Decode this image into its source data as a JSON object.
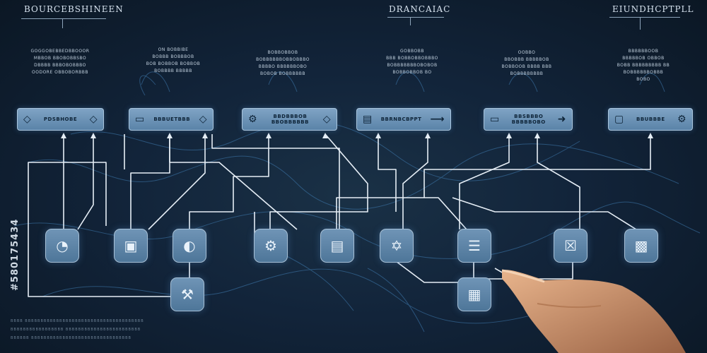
{
  "headers": [
    {
      "text": "BOURCEBSHINEEN"
    },
    {
      "text": "DRANCAIAC"
    },
    {
      "text": "EIUNDHCPTPLL"
    }
  ],
  "captions": [
    "GOGGOBEBBEDBBOOOR\nMBBOB BBOBOBBSBO\nDBBBB BBBOBOBBBO\nOODORE OBBOBORBBB",
    "ON BOBBIBE\nBOBBB BOBBBOB\nBOB BOBBOB BOBBOB\nBOBBBB BBBBB",
    "BOBBOBBOB\nBOBBBBBBOBBOBBBO\nBBBBO BBBBBBOBO\nBOBOB BOBBBBBB",
    "GOBBOBB\nBBB BOBBOBBOBBBO\nBOBBBBBBBOBOBOB\nBOBBOBBOB BO",
    "OOBBO\nBBOBBB BBBBBOB\nBOBBOOB BBBB BBB\nBOBBBBBBBB",
    "BBBBBBOOB\nBBBBBOB OBBOB\nBOBB BBBBBBBBB BB\nBOBBBBBBOBBB\nBOBO"
  ],
  "cards": [
    {
      "label": "PDSBHOBE",
      "left_icon": "diamond-outline-icon",
      "right_icon": "diamond-outline-icon"
    },
    {
      "label": "BBBUETBBB",
      "left_icon": "monitor-icon",
      "right_icon": "diamond-outline-icon"
    },
    {
      "label": "BBDBBBOB\nBBOBBBBBB",
      "left_icon": "gear-icon",
      "right_icon": "diamond-outline-icon"
    },
    {
      "label": "BBRNBCBPPT",
      "left_icon": "document-icon",
      "right_icon": "arrow-right-icon"
    },
    {
      "label": "BBSBBBO\nBBBBBOBO",
      "left_icon": "screen-icon",
      "right_icon": "arrow-right-icon"
    },
    {
      "label": "BBUBBBE",
      "left_icon": "box-icon",
      "right_icon": "gear-icon"
    }
  ],
  "nodes": [
    {
      "icon": "chart-circle-icon"
    },
    {
      "icon": "monitor-icon"
    },
    {
      "icon": "gauge-icon"
    },
    {
      "icon": "gear-icon"
    },
    {
      "icon": "document-icon"
    },
    {
      "icon": "network-icon"
    },
    {
      "icon": "document-list-icon"
    },
    {
      "icon": "close-box-icon"
    },
    {
      "icon": "chart-bar-icon"
    },
    {
      "icon": "tools-icon"
    },
    {
      "icon": "grid-icon"
    }
  ],
  "watermark": "#580175434",
  "footer_lines": [
    "BBBB BBBBBBBBBBBBBBBBBBBBBBBBBBBBBBBBBBBBBB",
    "BBBBBBBBBBBBBBBBB BBBBBBBBBBBBBBBBBBBBBBBB",
    "BBBBBB BBBBBBBBBBBBBBBBBBBBBBBBBBBBBBBB"
  ],
  "colors": {
    "background": "#12243a",
    "card": "#6f94b6",
    "wire": "#e6eef6",
    "vein": "#3f7bb0"
  }
}
